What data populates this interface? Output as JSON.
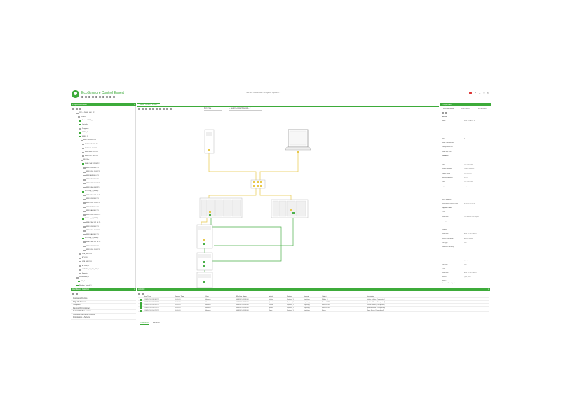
{
  "app": {
    "title": "EcoStruxure Control Expert",
    "window_title": "Server: localhost – Project: System 1",
    "accent": "#3dab3a"
  },
  "project_browser": {
    "header": "Project Browser",
    "items": [
      {
        "label": "PLC-1 (M580_ASI_PL)"
      },
      {
        "label": "Project"
      },
      {
        "label": "Derived FB Types"
      },
      {
        "label": "Variables"
      },
      {
        "label": "Programs"
      },
      {
        "label": "M580_1"
      },
      {
        "label": "M580_2"
      },
      {
        "label": "BME 58P 5040 P0"
      },
      {
        "label": "BMX DRA 0805 P0"
      },
      {
        "label": "BMX DDI 1602 P1"
      },
      {
        "label": "BMX NOE 0100 P1"
      },
      {
        "label": "BMX DDO 1602 P1"
      },
      {
        "label": "RIO Bus"
      },
      {
        "label": "BME CRA 312 10 P2"
      },
      {
        "label": "BMX DDI 1602 P1"
      },
      {
        "label": "BMX DDO 1602 P1"
      },
      {
        "label": "BMX AMI 0410 P1"
      },
      {
        "label": "BMX DAI 1602 P1"
      },
      {
        "label": "BMX DDM 16022 P1"
      },
      {
        "label": "BMX DRA 0805 P1"
      },
      {
        "label": "RIO Drop_2 (M580)"
      },
      {
        "label": "BME CRA 312 10 P1"
      },
      {
        "label": "BMX DDI 1602 P1"
      },
      {
        "label": "BMX DDO 1602 P1"
      },
      {
        "label": "BMX AMI 0410 P1"
      },
      {
        "label": "BMX DAI 1602 P1"
      },
      {
        "label": "BMX DDM 16022 P1"
      },
      {
        "label": "RIO Drop_3 (M580)"
      },
      {
        "label": "BME CRA 312 10 P1"
      },
      {
        "label": "BMX DDI 1602 P1"
      },
      {
        "label": "BMX DDO 1602 P1"
      },
      {
        "label": "BMX DAI 1602 P1"
      },
      {
        "label": "RIO Drop_4 (M580)"
      },
      {
        "label": "BME CRA 312 10 P1"
      },
      {
        "label": "BMX DDI 1602 P1"
      },
      {
        "label": "BMX DDO 1602 P1"
      },
      {
        "label": "STB_NIC2212"
      },
      {
        "label": "ATV320"
      },
      {
        "label": "STB_NIP2311"
      },
      {
        "label": "ATV630_1"
      },
      {
        "label": "HMIGTU_V2_NS_MS_1"
      },
      {
        "label": "Magelis"
      },
      {
        "label": "Workstation_1"
      },
      {
        "label": "SW_1"
      },
      {
        "label": "Routing_Switch_1"
      }
    ]
  },
  "hardware_catalog": {
    "header": "Hardware Catalog",
    "items": [
      "Automation Devices",
      "Edge I/O Devices",
      "HMI panel",
      "Modicon PAC controllers",
      "Network Modbus devices",
      "Network infrastructure devices",
      "Workstations & Servers"
    ]
  },
  "center": {
    "tab_label": "Global Network View",
    "dropdown_type": "Port Type",
    "dropdown_network": "– Select Logical Network –"
  },
  "properties": {
    "header": "Properties",
    "tabs": [
      "DESCRIPTION",
      "SECURITY",
      "NETWORK"
    ],
    "rows": [
      {
        "k": "General",
        "v": "",
        "section": true
      },
      {
        "k": "Name",
        "v": "BME CRA 312 10"
      },
      {
        "k": "Part Number",
        "v": "BMECRA31210"
      },
      {
        "k": "Version",
        "v": "02.30"
      },
      {
        "k": "Comment",
        "v": ""
      },
      {
        "k": "Slot",
        "v": "0"
      },
      {
        "k": "Under Construction",
        "v": ""
      },
      {
        "k": "Configuration File",
        "v": ""
      },
      {
        "k": "Web Page Link",
        "v": ""
      },
      {
        "k": "Interfaces",
        "v": "",
        "section": true
      },
      {
        "k": "Embedded Interface",
        "v": ""
      },
      {
        "k": "Port1",
        "v": "192.168.0.106"
      },
      {
        "k": "Logical Network",
        "v": "Logical Network 1"
      },
      {
        "k": "Subnet Mask",
        "v": "255.255.0.0"
      },
      {
        "k": "Gateway Address",
        "v": "0.0.0.0"
      },
      {
        "k": "Port2",
        "v": "192.168.0.106"
      },
      {
        "k": "Logical Network",
        "v": "Logical Network 1"
      },
      {
        "k": "Subnet Mask",
        "v": "255.255.0.0"
      },
      {
        "k": "Gateway Address",
        "v": "0.0.0.0"
      },
      {
        "k": "DHCP Address",
        "v": ""
      },
      {
        "k": "Associated Physical Ports",
        "v": "ETH1,ETH2,ETH3"
      },
      {
        "k": "Physical Ports",
        "v": "",
        "section": true
      },
      {
        "k": "ETH1",
        "v": ""
      },
      {
        "k": "Baud Rate",
        "v": "100 Mbits/s Full Duplex"
      },
      {
        "k": "Port Type",
        "v": "RIO"
      },
      {
        "k": "ETH2",
        "v": ""
      },
      {
        "k": "Enabled",
        "v": ""
      },
      {
        "k": "Baud Rate",
        "v": "Auto 10/100 Mbits/s"
      },
      {
        "k": "Service Port Mode",
        "v": "Access Mode"
      },
      {
        "k": "Port Type",
        "v": "RIO"
      },
      {
        "k": "Automatic Mirroring",
        "v": ""
      },
      {
        "k": "ETH3",
        "v": ""
      },
      {
        "k": "Baud Rate",
        "v": "Auto 10/100 Mbits/s"
      },
      {
        "k": "Service",
        "v": "QoS, RSTP"
      },
      {
        "k": "Port Type",
        "v": "RIO"
      },
      {
        "k": "ETH4",
        "v": ""
      },
      {
        "k": "Baud Rate",
        "v": "Auto 10/100 Mbits/s"
      },
      {
        "k": "Service",
        "v": "QoS, RSTP"
      }
    ],
    "footer_title": "Name",
    "footer_desc": "Name of the object"
  },
  "activity": {
    "header": "Activity",
    "columns": [
      "Start Time",
      "Elapsed Time",
      "User",
      "Machine Name",
      "Activity",
      "System",
      "Domain",
      "Object",
      "Description"
    ],
    "rows": [
      [
        "3/16/2023 2:38:30 PM",
        "00:00:00",
        "Horizon",
        "HORIZO-2025000",
        "Delete",
        "System_1",
        "Topology",
        "Folder_1",
        "Delete Folder (Completed)"
      ],
      [
        "3/16/2023 2:38:30 PM",
        "00:00:00",
        "Horizon",
        "HORIZO-2025000",
        "Update",
        "System_1",
        "Topology",
        "Mirror-8239",
        "Update Mirror (Completed)"
      ],
      [
        "3/16/2023 2:34:20 PM",
        "00:00:00",
        "Horizon",
        "HORIZO-2025000",
        "Create",
        "System_1",
        "Topology",
        "Mirror-8239",
        "Create Mirror (Completed)"
      ],
      [
        "3/16/2023 2:34:21 PM",
        "00:00:00",
        "Horizon",
        "HORIZO-2025000",
        "Update",
        "System_1",
        "Topology",
        "Mirror-8239",
        "Update Mirror (Completed)"
      ],
      [
        "3/16/2023 2:34:21 PM",
        "00:00:00",
        "Horizon",
        "HORIZO-2025000",
        "Move",
        "System_1",
        "Topology",
        "Mirror_1",
        "Move Mirror (Completed)"
      ]
    ],
    "footer_tab1": "ACTIVITIES",
    "footer_tab2": "DETAILS"
  }
}
